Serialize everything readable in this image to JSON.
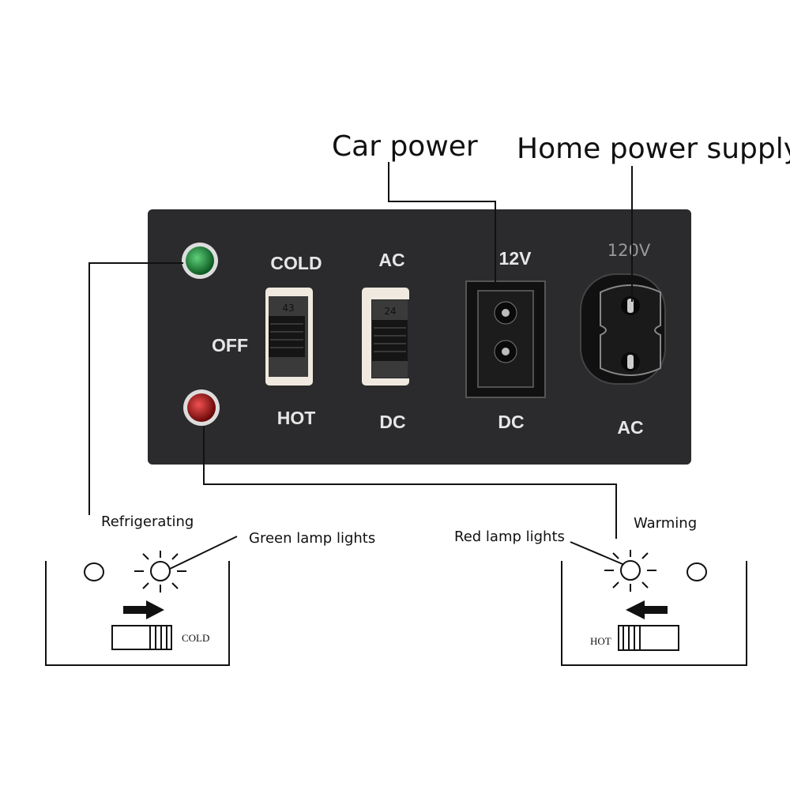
{
  "callouts": {
    "car_power": "Car power",
    "home_power": "Home power supply",
    "refrigerating": "Refrigerating",
    "green_lamp": "Green lamp lights",
    "red_lamp": "Red lamp lights",
    "warming": "Warming"
  },
  "panel": {
    "cold": "COLD",
    "hot": "HOT",
    "off": "OFF",
    "ac_top": "AC",
    "dc_switch": "DC",
    "v12": "12V",
    "dc_socket": "DC",
    "v120": "120V",
    "ac_socket": "AC",
    "switch1_code": "43",
    "switch2_code": "24"
  },
  "diagrams": {
    "left_switch_label": "COLD",
    "right_switch_label": "HOT"
  },
  "colors": {
    "panel": "#2b2b2d",
    "green_led": "#1f8a3a",
    "red_led": "#b0161a"
  }
}
